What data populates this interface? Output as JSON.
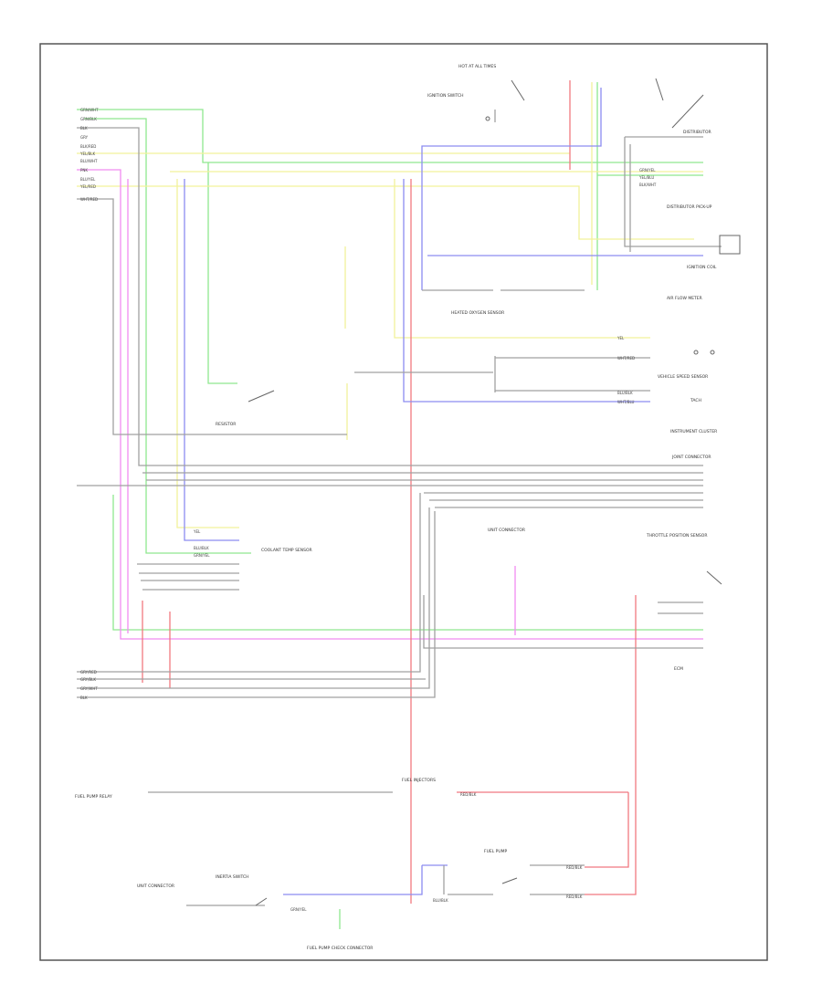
{
  "colors": {
    "green": "#8fe88f",
    "yellow": "#f2f29a",
    "red": "#f07880",
    "pink": "#f08cf0",
    "blue": "#8c8cf0",
    "gray": "#666666",
    "light_gray": "#a0a0a0"
  },
  "labels": {
    "hot_all_times": "HOT AT ALL TIMES",
    "ignition_switch": "IGNITION SWITCH",
    "distributor": "DISTRIBUTOR",
    "distributor_pickup": "DISTRIBUTOR PICK-UP",
    "ignition_coil": "IGNITION COIL",
    "heated_o2_sensor": "HEATED OXYGEN SENSOR",
    "speed_sensor": "VEHICLE SPEED SENSOR",
    "instrument_cluster": "INSTRUMENT CLUSTER",
    "joint_connector": "JOINT CONNECTOR",
    "fuel_injectors": "FUEL INJECTORS",
    "fuel_pump_relay": "FUEL PUMP RELAY",
    "fuel_pump": "FUEL PUMP",
    "resistor": "RESISTOR",
    "fuel_pump_check": "FUEL PUMP CHECK CONNECTOR",
    "coolant_temp": "COOLANT TEMP SENSOR",
    "throttle_pos": "THROTTLE POSITION SENSOR",
    "inertia_switch": "INERTIA SWITCH",
    "ecm": "ECM",
    "tach": "TACH",
    "unit_connector": "UNIT CONNECTOR",
    "air_flow": "AIR FLOW METER"
  },
  "left_pins": [
    "GRN/WHT",
    "GRN/BLK",
    "BLK",
    "GRY",
    "BLK/RED",
    "YEL/BLK",
    "BLU/WHT",
    "PNK",
    "BLU/YEL",
    "YEL/RED",
    "WHT/RED"
  ],
  "bottom_pins": [
    "GRY/RED",
    "GRY/BLK",
    "GRY/WHT",
    "BLK"
  ],
  "wire_codes": [
    "WHT/RED",
    "YEL",
    "BLU/BLK",
    "GRN/YEL",
    "RED/BLK",
    "BLK/WHT",
    "WHT/BLU",
    "YEL/BLU"
  ]
}
